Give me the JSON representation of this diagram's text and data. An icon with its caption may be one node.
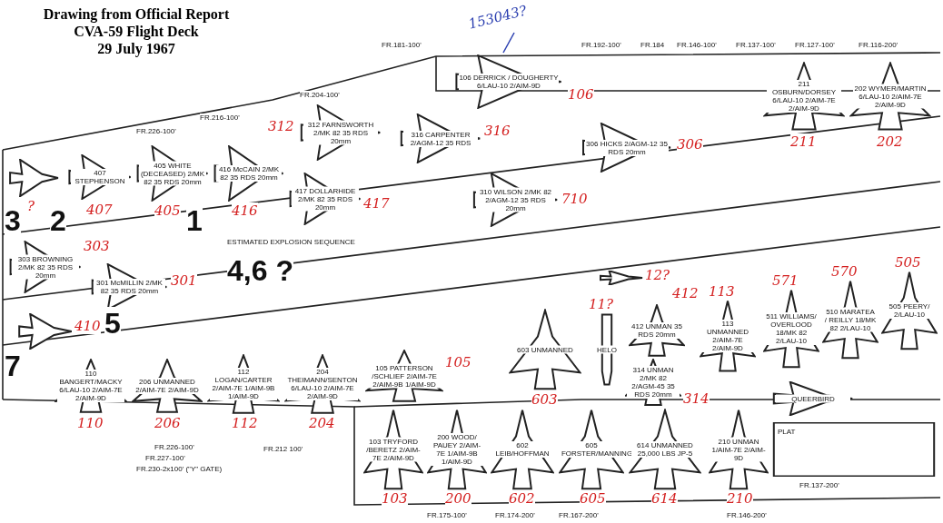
{
  "diagram": {
    "title": "Drawing from Official Report CVA-59 Flight Deck 29 July 1967",
    "nodes": [
      {
        "text": [
          "106 DERRICK / DOUGHERTY 6/LAU-10 2/AIM-9D"
        ],
        "beside": [
          "106"
        ]
      },
      {
        "text": [
          "211 OSBURN/DORSEY 6/LAU-10 2/AIM-7E 2/AIM-9D"
        ],
        "beside": [
          "211"
        ]
      },
      {
        "text": [
          "202 WYMER/MARTIN 6/LAU-10 2/AIM-7E 2/AIM-9D"
        ],
        "beside": [
          "202"
        ]
      },
      {
        "text": [
          "316 CARPENTER 2/AGM-12 35 RDS"
        ],
        "beside": [
          "316"
        ]
      },
      {
        "text": [
          "306 HICKS 2/AGM-12 35 RDS 20mm"
        ],
        "beside": [
          "306"
        ]
      },
      {
        "text": [
          "310 WILSON 2/MK 82 2/AGM-12 35 RDS 20mm"
        ],
        "beside": [
          "710"
        ]
      },
      {
        "text": [
          "312 FARNSWORTH 2/MK 82 35 RDS 20mm"
        ],
        "beside": [
          "312"
        ]
      },
      {
        "text": [
          "417 DOLLARHIDE 2/MK 82 35 RDS 20mm"
        ],
        "beside": [
          "417"
        ]
      },
      {
        "text": [
          "416 McCAIN 2/MK 82 35 RDS 20mm"
        ],
        "beside": [
          "416"
        ]
      },
      {
        "text": [
          "405 WHITE (DECEASED) 2/MK 82 35 RDS 20mm"
        ],
        "beside": [
          "405"
        ]
      },
      {
        "text": [
          "407 STEPHENSON"
        ],
        "beside": [
          "407"
        ]
      },
      {
        "text": [],
        "shape": "picture",
        "beside": [
          "?"
        ]
      },
      {
        "text": [
          "303 BROWNING 2/MK 82 35 RDS 20mm"
        ],
        "beside": [
          "303"
        ]
      },
      {
        "text": [
          "301 McMILLIN 2/MK 82 35 RDS 20mm"
        ],
        "beside": [
          "301"
        ]
      },
      {
        "text": [],
        "shape": "picture",
        "beside": [
          "410"
        ]
      },
      {
        "text": [
          "110 BANGERT/MACKY 6/LAU-10 2/AIM-7E 2/AIM-9D"
        ],
        "beside": [
          "110"
        ]
      },
      {
        "text": [
          "206 UNMANNED 2/AIM-7E 2/AIM-9D"
        ],
        "beside": [
          "206"
        ]
      },
      {
        "text": [
          "112 LOGAN/CARTER 2/AIM-7E 1/AIM-9B 1/AIM-9D"
        ],
        "beside": [
          "112"
        ]
      },
      {
        "text": [
          "204 THEIMANN/SENTON 6/LAU-10 2/AIM-7E 2/AIM-9D"
        ],
        "beside": [
          "204"
        ]
      },
      {
        "text": [
          "105 PATTERSON /SCHLIEF 2/AIM-7E 2/AIM-9B 1/AIM-9D"
        ],
        "beside": [
          "105"
        ]
      },
      {
        "text": [
          "103 TRYFORD /BERETZ 2/AIM-7E 2/AIM-9D"
        ],
        "beside": [
          "103"
        ]
      },
      {
        "text": [
          "200 WOOD/ PAUEY 2/AIM-7E 1/AIM-9B 1/AIM-9D"
        ],
        "beside": [
          "200"
        ]
      },
      {
        "text": [
          "602 LEIB/HOFFMAN"
        ],
        "beside": [
          "602"
        ]
      },
      {
        "text": [
          "603 UNMANNED"
        ],
        "beside": [
          "603"
        ]
      },
      {
        "text": [
          "605 FORSTER/MANNING"
        ],
        "beside": [
          "605"
        ]
      },
      {
        "text": [
          "614 UNMANNED 25,000 LBS JP-5"
        ],
        "beside": [
          "614"
        ]
      },
      {
        "text": [
          "HELO"
        ],
        "beside": [
          "11?"
        ]
      },
      {
        "text": [
          "412 UNMAN 35 RDS 20mm"
        ],
        "beside": [
          "412"
        ]
      },
      {
        "text": [
          "314 UNMAN 2/MK 82 2/AGM-45 35 RDS 20mm"
        ],
        "beside": [
          "314"
        ]
      },
      {
        "text": [
          "113 UNMANNED 2/AIM-7E 2/AIM-9D"
        ],
        "beside": [
          "113"
        ]
      },
      {
        "text": [
          "210 UNMAN 1/AIM-7E 2/AIM-9D"
        ],
        "beside": [
          "210"
        ]
      },
      {
        "text": [
          "511 WILLIAMS/ OVERLOOD 18/MK 82 2/LAU-10"
        ],
        "beside": [
          "571"
        ]
      },
      {
        "text": [
          "510 MARATEA / REILLY 18/MK 82 2/LAU-10"
        ],
        "beside": [
          "570"
        ]
      },
      {
        "text": [
          "505 PEERY/ 2/LAU-10"
        ],
        "beside": [
          "505"
        ]
      },
      {
        "text": [
          "QUEERBIRD"
        ]
      },
      {
        "text": [
          "PLAT"
        ]
      },
      {
        "text": [],
        "shape": "picture",
        "beside": [
          "12?"
        ]
      }
    ],
    "labels": [
      "153043?",
      "FR.181-100'",
      "FR.192-100'",
      "FR.184",
      "FR.146-100'",
      "FR.137-100'",
      "FR.127-100'",
      "FR.116-200'",
      "FR.204-100'",
      "FR.216-100'",
      "FR.226-100'",
      "3",
      "2",
      "1",
      "ESTIMATED EXPLOSION SEQUENCE",
      "4,6 ?",
      "5",
      "7",
      "FR.226-100'",
      "FR.227-100'",
      "FR.230-2x100' (\"Y\" GATE)",
      "FR.212 100'",
      "FR.137-200'",
      "FR.175-100'",
      "FR.174-200'",
      "FR.167-200'",
      "FR.146-200'"
    ]
  }
}
